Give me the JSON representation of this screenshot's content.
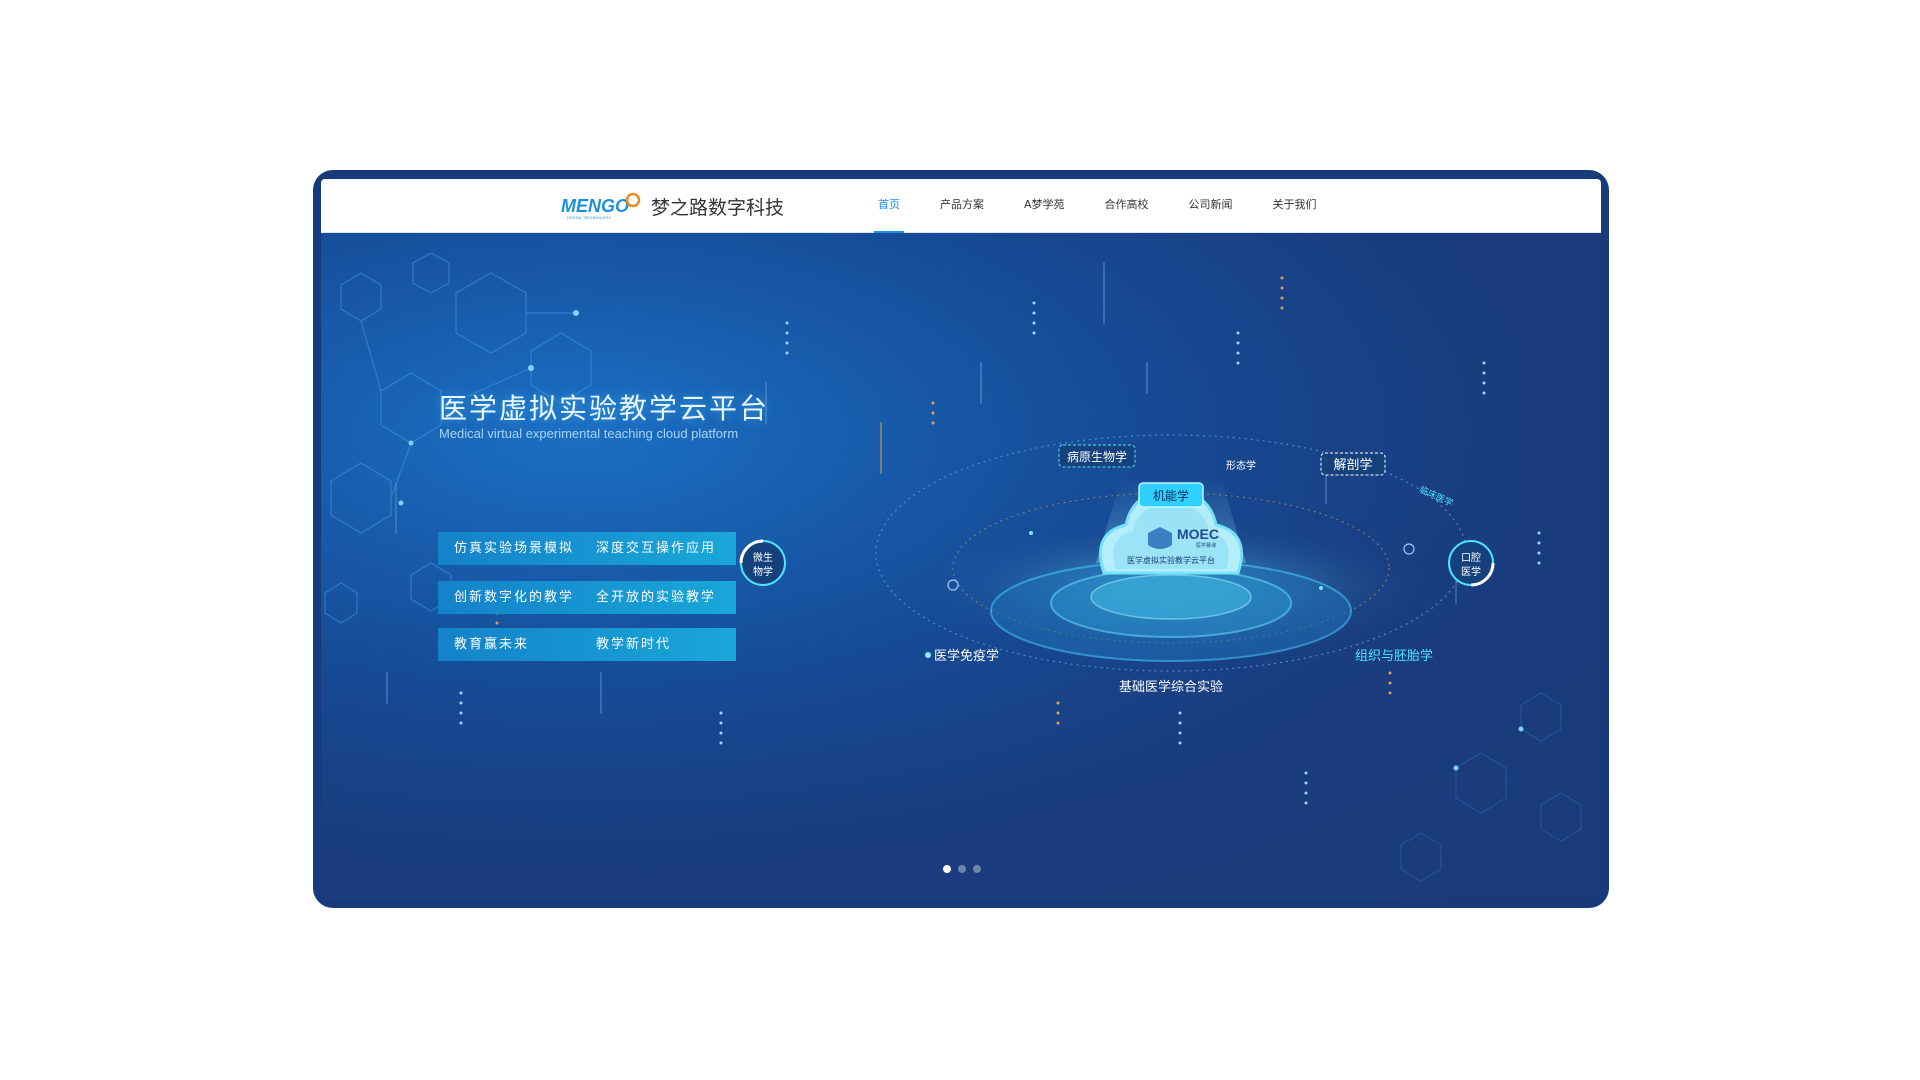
{
  "nav": {
    "logo_word": "MENGO",
    "logo_sub": "DIGITAL TECHNOLOGY",
    "brand": "梦之路数字科技",
    "items": [
      {
        "label": "首页",
        "active": true
      },
      {
        "label": "产品方案",
        "active": false
      },
      {
        "label": "A梦学苑",
        "active": false
      },
      {
        "label": "合作高校",
        "active": false
      },
      {
        "label": "公司新闻",
        "active": false
      },
      {
        "label": "关于我们",
        "active": false
      }
    ]
  },
  "hero": {
    "title": "医学虚拟实验教学云平台",
    "subtitle": "Medical virtual experimental teaching cloud platform",
    "tags": [
      {
        "a": "仿真实验场景模拟",
        "b": "深度交互操作应用"
      },
      {
        "a": "创新数字化的教学",
        "b": "全开放的实验教学"
      },
      {
        "a": "教育赢未来",
        "b": "教学新时代"
      }
    ]
  },
  "hub": {
    "logo": "MOEC",
    "logo_small": "医学慕课",
    "center_label": "医学虚拟实验教学云平台",
    "base_label": "基础医学综合实验",
    "nodes": {
      "pathophys": "病原生物学",
      "physio": "机能学",
      "morph": "形态学",
      "anatomy": "解剖学",
      "clinical": "临床医学",
      "micro": "微生物学",
      "oral": "口腔医学",
      "immuno": "医学免疫学",
      "histo": "组织与胚胎学"
    }
  },
  "carousel": {
    "count": 3,
    "active": 0
  },
  "colors": {
    "accent": "#1a8fe6",
    "hero_bg": "#1b3a7a",
    "cyan": "#4fe3ff",
    "frame": "#173b7a"
  }
}
